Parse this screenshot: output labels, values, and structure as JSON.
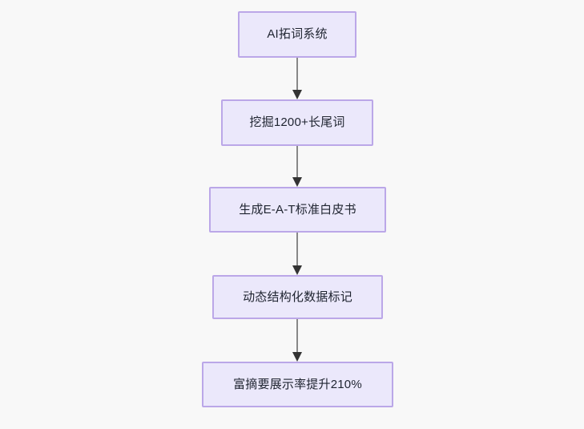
{
  "diagram": {
    "type": "flowchart",
    "direction": "top-to-bottom",
    "background_color": "#f8f8f8",
    "node_fill_color": "#ebe8fb",
    "node_border_color": "#bba7e8",
    "node_text_color": "#1f2430",
    "edge_line_color": "#888888",
    "edge_arrow_color": "#333333",
    "nodes": [
      {
        "id": "n1",
        "label": "AI拓词系统"
      },
      {
        "id": "n2",
        "label": "挖掘1200+长尾词"
      },
      {
        "id": "n3",
        "label": "生成E-A-T标准白皮书"
      },
      {
        "id": "n4",
        "label": "动态结构化数据标记"
      },
      {
        "id": "n5",
        "label": "富摘要展示率提升210%"
      }
    ],
    "edges": [
      {
        "from": "n1",
        "to": "n2",
        "label": ""
      },
      {
        "from": "n2",
        "to": "n3",
        "label": ""
      },
      {
        "from": "n3",
        "to": "n4",
        "label": ""
      },
      {
        "from": "n4",
        "to": "n5",
        "label": ""
      }
    ]
  }
}
